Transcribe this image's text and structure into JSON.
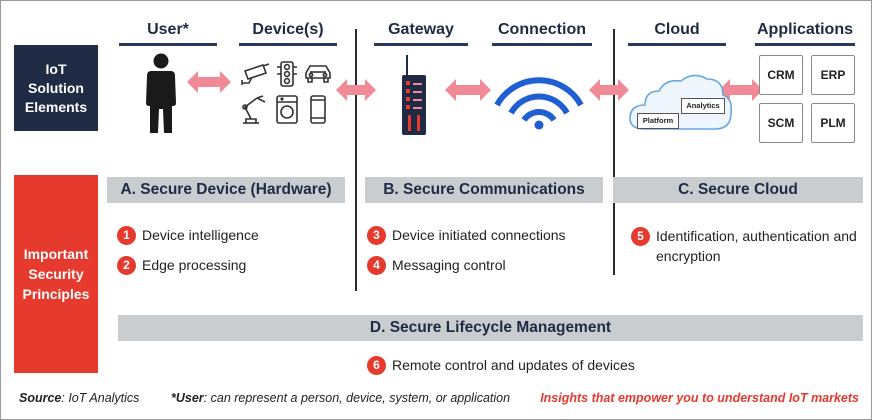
{
  "headers": {
    "user": "User*",
    "devices": "Device(s)",
    "gateway": "Gateway",
    "connection": "Connection",
    "cloud": "Cloud",
    "applications": "Applications"
  },
  "row_labels": {
    "elements": [
      "IoT",
      "Solution",
      "Elements"
    ],
    "principles": [
      "Important",
      "Security",
      "Principles"
    ]
  },
  "cloud_labels": {
    "platform": "Platform",
    "analytics": "Analytics"
  },
  "apps": [
    "CRM",
    "ERP",
    "SCM",
    "PLM"
  ],
  "sections": {
    "a": "A. Secure Device (Hardware)",
    "b": "B. Secure Communications",
    "c": "C. Secure Cloud",
    "d": "D. Secure Lifecycle Management"
  },
  "principles": [
    {
      "num": "1",
      "text": "Device intelligence"
    },
    {
      "num": "2",
      "text": "Edge processing"
    },
    {
      "num": "3",
      "text": "Device initiated connections"
    },
    {
      "num": "4",
      "text": "Messaging control"
    },
    {
      "num": "5",
      "text": "Identification, authentication and encryption"
    },
    {
      "num": "6",
      "text": "Remote control and updates of devices"
    }
  ],
  "footer": {
    "source_label": "Source",
    "source_text": ": IoT Analytics",
    "user_label": "*User",
    "user_text": ": can represent a person, device, system, or application",
    "tagline": "Insights that empower you to understand IoT markets"
  },
  "colors": {
    "navy": "#1f2b45",
    "red": "#e63a2e",
    "arrow_pink": "#f08a96",
    "bar_gray": "#c9cdd0",
    "wifi_blue": "#1f5fd1"
  },
  "icons": [
    "person-icon",
    "camera-icon",
    "traffic-light-icon",
    "car-icon",
    "robot-arm-icon",
    "washing-machine-icon",
    "smartphone-icon",
    "router-icon",
    "wifi-icon",
    "cloud-icon"
  ]
}
